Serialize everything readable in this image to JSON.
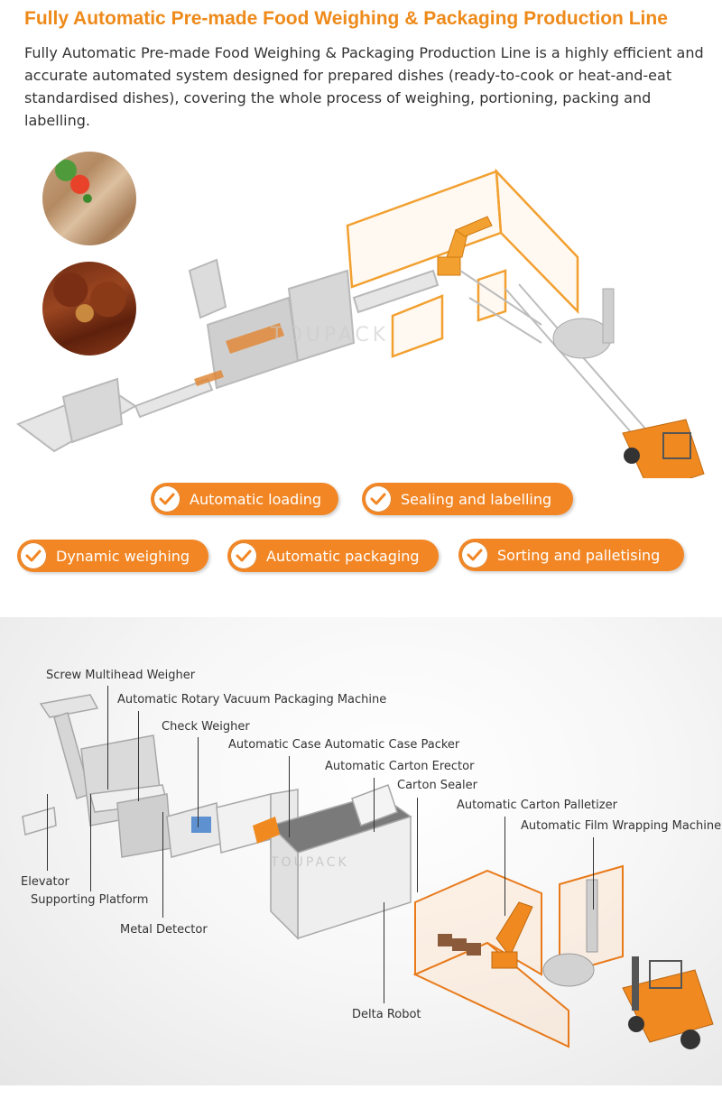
{
  "header": {
    "title": "Fully Automatic Pre-made Food Weighing & Packaging Production Line",
    "description": "Fully Automatic Pre-made Food Weighing & Packaging Production Line is a highly efficient and accurate automated system designed for prepared dishes (ready-to-cook or heat-and-eat standardised dishes), covering the whole process of weighing, portioning, packing and labelling."
  },
  "food_images": [
    {
      "name": "sliced-meat-with-tomato"
    },
    {
      "name": "braised-meat-chunks"
    }
  ],
  "overview_image": {
    "watermark": "TOUPACK"
  },
  "features": [
    {
      "label": "Automatic loading",
      "icon": "check-icon"
    },
    {
      "label": "Sealing and labelling",
      "icon": "check-icon"
    },
    {
      "label": "Dynamic weighing",
      "icon": "check-icon"
    },
    {
      "label": "Automatic packaging",
      "icon": "check-icon"
    },
    {
      "label": "Sorting and palletising",
      "icon": "check-icon"
    }
  ],
  "diagram": {
    "watermark": "TOUPACK",
    "labels": [
      {
        "text": "Screw Multihead Weigher"
      },
      {
        "text": "Automatic Rotary Vacuum Packaging Machine"
      },
      {
        "text": "Check Weigher"
      },
      {
        "text": "Automatic Case Automatic Case Packer"
      },
      {
        "text": "Automatic Carton Erector"
      },
      {
        "text": "Carton Sealer"
      },
      {
        "text": "Automatic Carton Palletizer"
      },
      {
        "text": "Automatic Film Wrapping Machine"
      },
      {
        "text": "Elevator"
      },
      {
        "text": "Supporting Platform"
      },
      {
        "text": "Metal Detector"
      },
      {
        "text": "Delta Robot"
      }
    ]
  },
  "colors": {
    "accent": "#f28624",
    "title": "#ee8a1a",
    "text": "#333333",
    "panel": "#eeeeee"
  }
}
